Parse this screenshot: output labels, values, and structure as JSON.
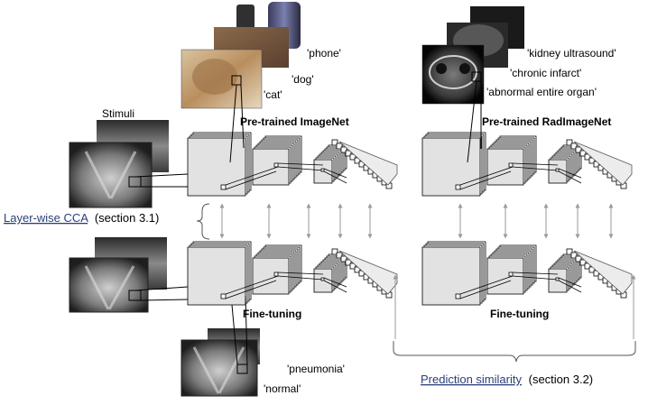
{
  "labels": {
    "stimuli": "Stimuli",
    "layer_cca": "Layer-wise CCA",
    "layer_cca_section": "(section 3.1)",
    "pretrained_imagenet": "Pre-trained ImageNet",
    "pretrained_radimagenet": "Pre-trained RadImageNet",
    "finetuning_left": "Fine-tuning",
    "finetuning_right": "Fine-tuning",
    "prediction_similarity": "Prediction similarity",
    "prediction_section": "(section 3.2)"
  },
  "imagenet_classes": [
    "'phone'",
    "'dog'",
    "'cat'"
  ],
  "radimagenet_classes": [
    "'kidney ultrasound'",
    "'chronic infarct'",
    "'abnormal entire organ'"
  ],
  "finetune_classes": [
    "'pneumonia'",
    "'normal'"
  ],
  "colors": {
    "block_fill": "#e2e2e2",
    "line": "#000000",
    "arrow": "#9a9a9a",
    "brace": "#555555"
  }
}
